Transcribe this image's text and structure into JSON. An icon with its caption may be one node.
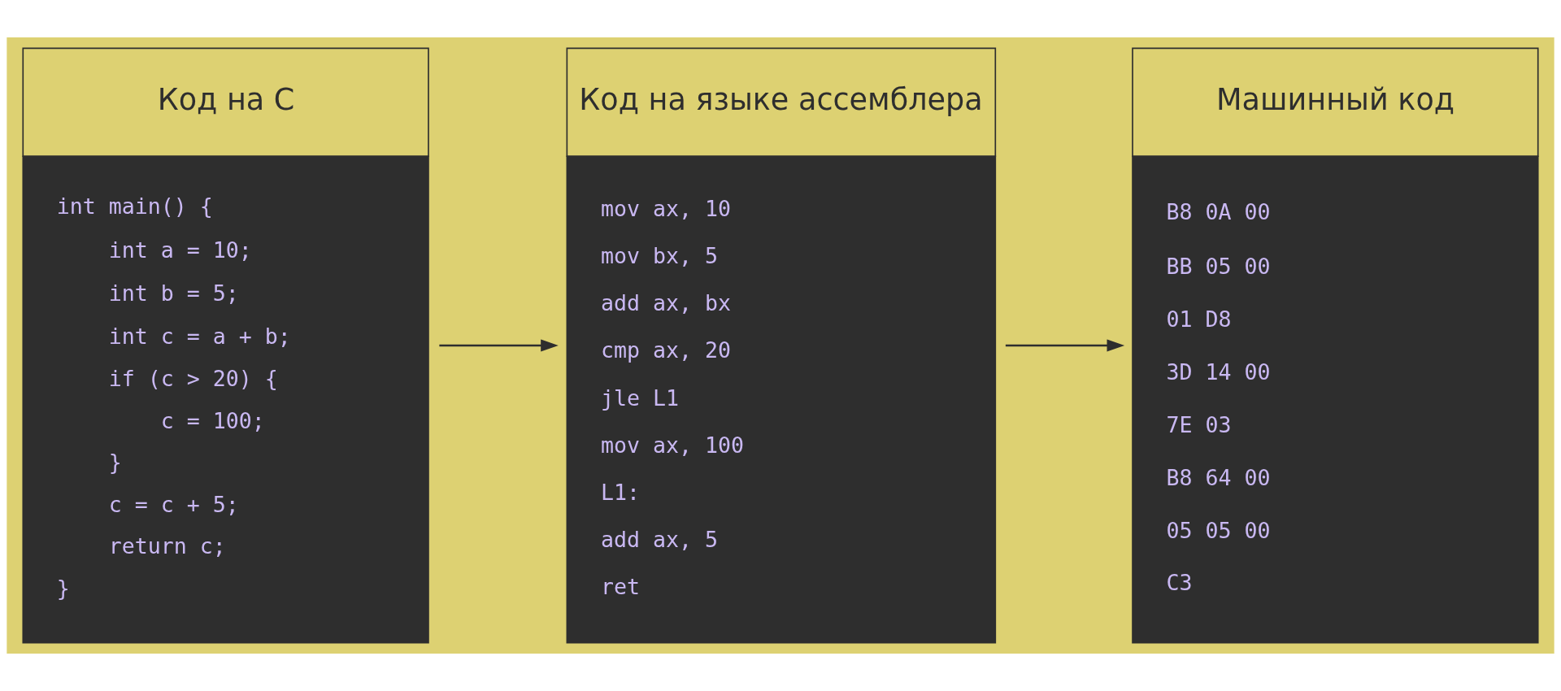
{
  "diagram": {
    "nodes": [
      {
        "text": [
          "Код на C",
          "int main() {",
          "    int a = 10;",
          "    int b = 5;",
          "    int c = a + b;",
          "    if (c > 20) {",
          "        c = 100;",
          "    }",
          "    c = c + 5;",
          "    return c;",
          "}"
        ]
      },
      {
        "text": [
          "Код на языке ассемблера",
          "mov ax, 10",
          "mov bx, 5",
          "add ax, bx",
          "cmp ax, 20",
          "jle L1",
          "mov ax, 100",
          "L1:",
          "add ax, 5",
          "ret"
        ]
      },
      {
        "text": [
          "Машинный код",
          "B8 0A 00",
          "BB 05 00",
          "01 D8",
          "3D 14 00",
          "7E 03",
          "B8 64 00",
          "05 05 00",
          "C3"
        ]
      }
    ],
    "edges": [
      {
        "from": 0,
        "to": 1,
        "arrow": "to"
      },
      {
        "from": 1,
        "to": 2,
        "arrow": "to"
      }
    ]
  }
}
